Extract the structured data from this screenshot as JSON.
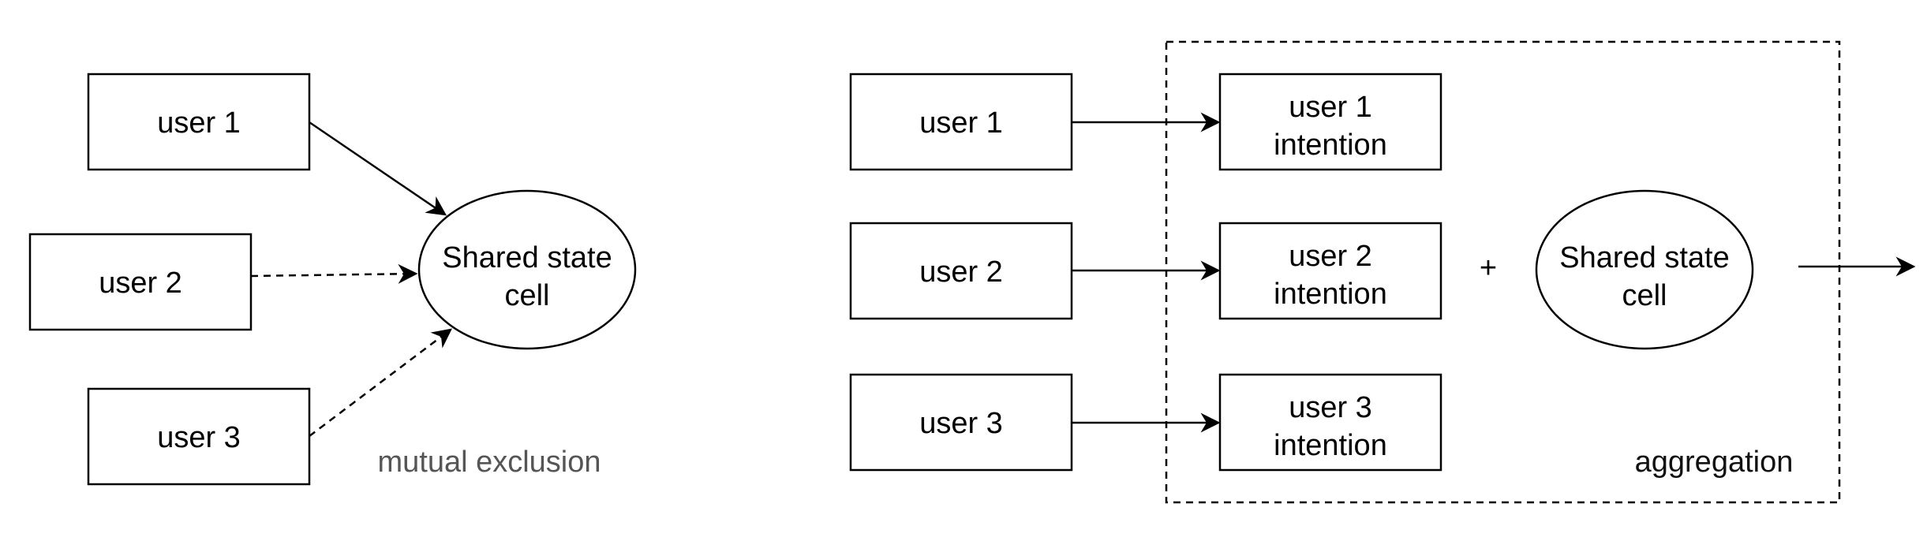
{
  "colors": {
    "stroke": "#000000",
    "caption_muted": "#555555",
    "caption_dark": "#111111"
  },
  "left": {
    "users": [
      "user 1",
      "user 2",
      "user 3"
    ],
    "shared_cell": [
      "Shared state",
      "cell"
    ],
    "caption": "mutual exclusion"
  },
  "right": {
    "users": [
      "user 1",
      "user 2",
      "user 3"
    ],
    "intentions": [
      [
        "user 1",
        "intention"
      ],
      [
        "user 2",
        "intention"
      ],
      [
        "user 3",
        "intention"
      ]
    ],
    "plus": "+",
    "shared_cell": [
      "Shared state",
      "cell"
    ],
    "caption": "aggregation"
  }
}
